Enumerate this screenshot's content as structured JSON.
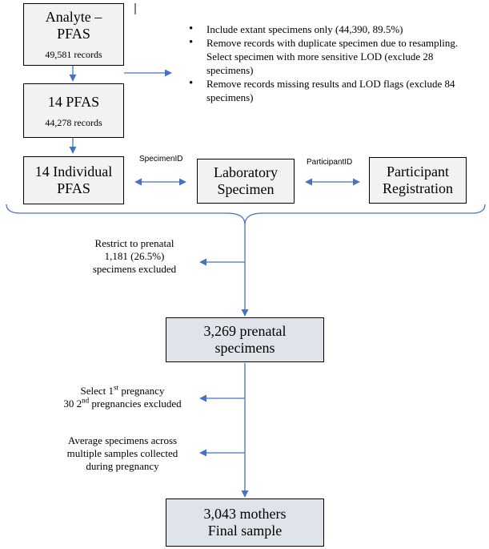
{
  "boxes": {
    "analyte": {
      "title_line1": "Analyte –",
      "title_line2": "PFAS",
      "records": "49,581 records"
    },
    "pfas14": {
      "title": "14 PFAS",
      "records": "44,278 records"
    },
    "individual": {
      "line1": "14 Individual",
      "line2": "PFAS"
    },
    "lab": {
      "line1": "Laboratory",
      "line2": "Specimen"
    },
    "participant": {
      "line1": "Participant",
      "line2": "Registration"
    },
    "prenatal": {
      "line1": "3,269 prenatal",
      "line2": "specimens"
    },
    "final": {
      "line1": "3,043 mothers",
      "line2": "Final sample"
    }
  },
  "links": {
    "specimen_id": "SpecimenID",
    "participant_id": "ParticipantID"
  },
  "exclusions": [
    "Include extant specimens only (44,390, 89.5%)",
    "Remove records with duplicate specimen due to resampling. Select specimen with more sensitive LOD (exclude 28 specimens)",
    "Remove records missing results and LOD flags (exclude 84 specimens)"
  ],
  "notes": {
    "restrict": {
      "line1": "Restrict to prenatal",
      "line2": "1,181 (26.5%)",
      "line3": "specimens excluded"
    },
    "select": {
      "pre": "Select 1",
      "sup1": "st",
      "post": " pregnancy",
      "line2_pre": "30 2",
      "sup2": "nd",
      "line2_post": " pregnancies excluded"
    },
    "average": {
      "line1": "Average specimens across",
      "line2": "multiple samples collected",
      "line3": "during pregnancy"
    }
  },
  "colors": {
    "arrow": "#4472c4",
    "box_gray": "#f2f2f2",
    "box_blue": "#dfe3ea"
  }
}
